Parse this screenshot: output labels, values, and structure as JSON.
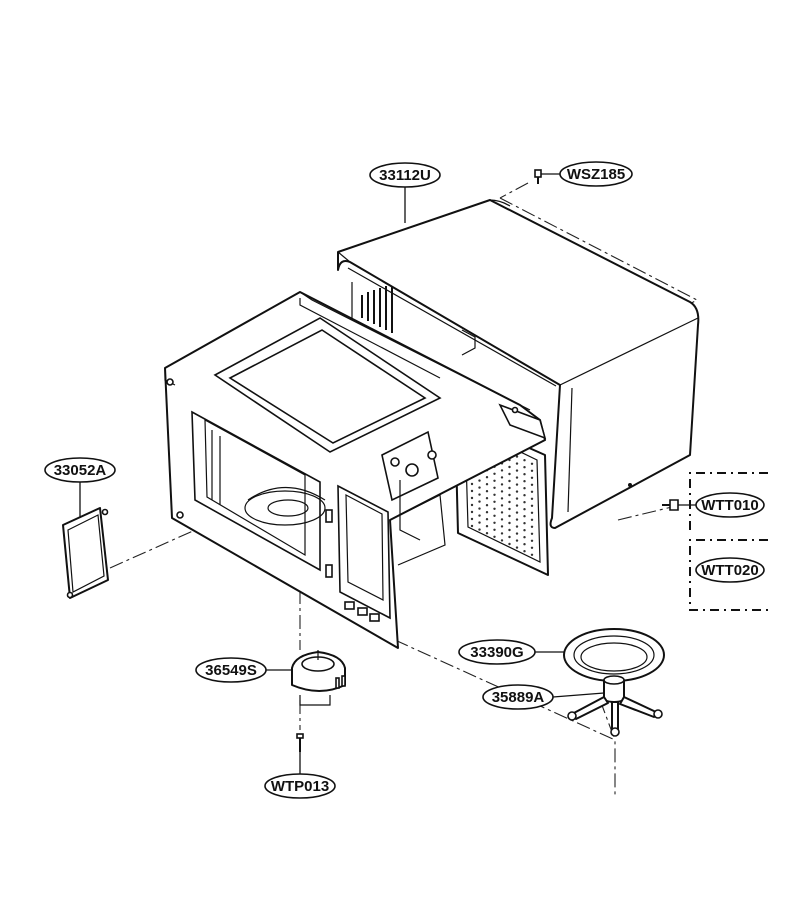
{
  "labels": {
    "cabinet": "33112U",
    "screw_top": "WSZ185",
    "cover_plate": "33052A",
    "screw_side_1": "WTT010",
    "screw_side_2": "WTT020",
    "turntable_tray": "33390G",
    "roller_support": "35889A",
    "motor": "36549S",
    "screw_motor": "WTP013"
  }
}
